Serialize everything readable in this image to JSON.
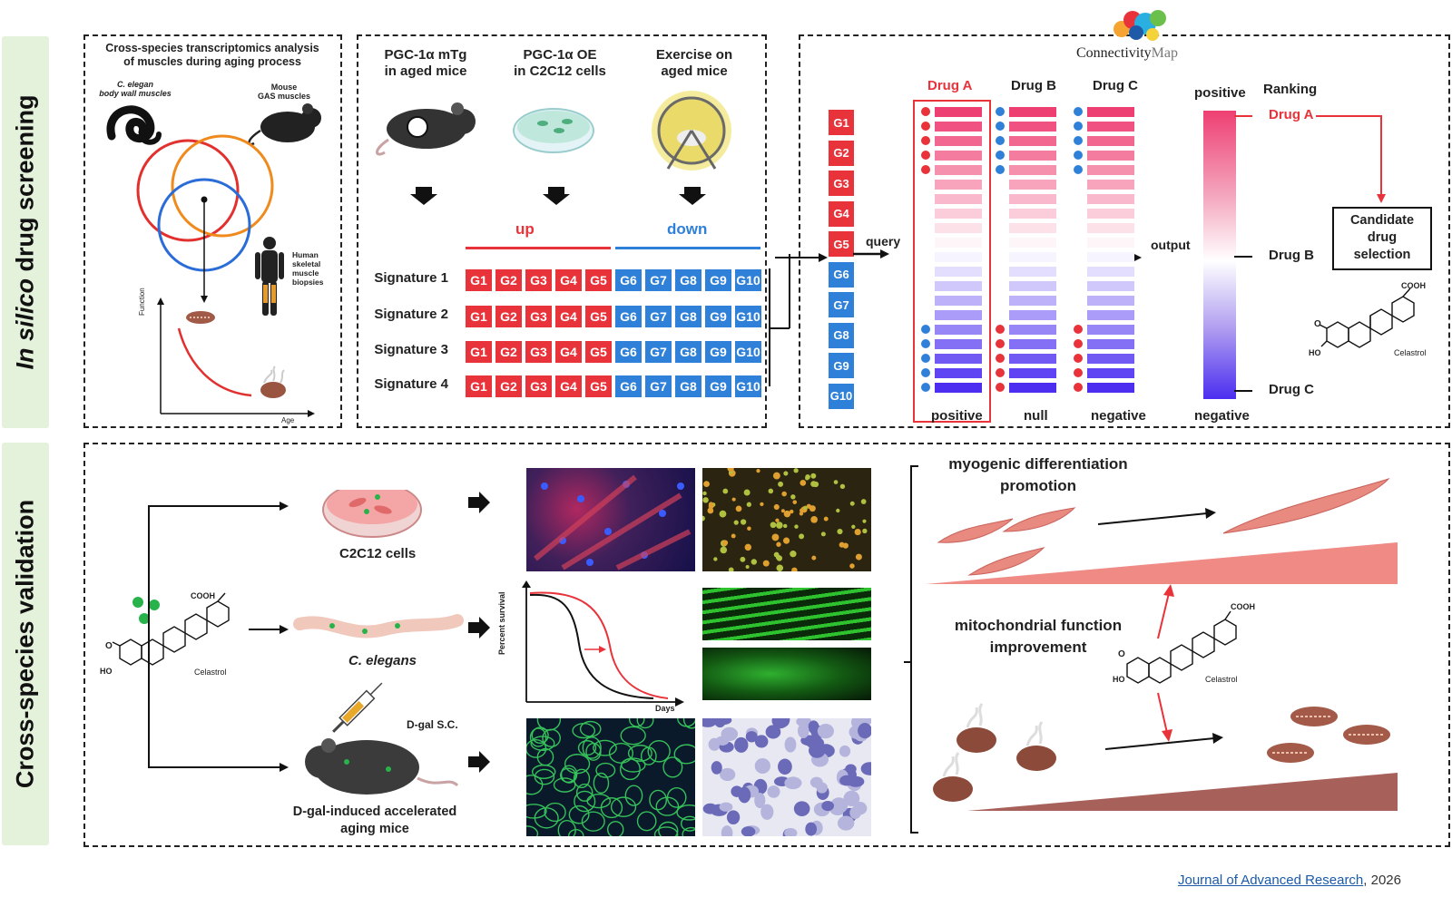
{
  "side_labels": {
    "top_italic": "In silico",
    "top_rest": " drug screening",
    "bottom": "Cross-species validation"
  },
  "panel1": {
    "title": "Cross-species transcriptomics analysis\nof muscles during aging process",
    "c_elegan": "C. elegan\nbody wall muscles",
    "mouse": "Mouse\nGAS muscles",
    "human": "Human\nskeletal\nmuscle\nbiopsies",
    "y_axis": "Function",
    "x_axis": "Age"
  },
  "panel2": {
    "headers": [
      "PGC-1α mTg\nin aged mice",
      "PGC-1α OE\nin C2C12 cells",
      "Exercise on\naged mice"
    ],
    "up": "up",
    "down": "down",
    "signatures": [
      "Signature 1",
      "Signature 2",
      "Signature 3",
      "Signature 4"
    ],
    "genes": [
      "G1",
      "G2",
      "G3",
      "G4",
      "G5",
      "G6",
      "G7",
      "G8",
      "G9",
      "G10"
    ]
  },
  "panel3": {
    "logo_text": "Connectivity",
    "logo_text2": "Map",
    "query": "query",
    "output": "output",
    "drugs": [
      "Drug A",
      "Drug B",
      "Drug C"
    ],
    "drug_bottoms": [
      "positive",
      "null",
      "negative"
    ],
    "grad_top": "positive",
    "grad_bottom": "negative",
    "ranking": "Ranking",
    "rank_items": [
      "Drug A",
      "Drug B",
      "Drug C"
    ],
    "candidate": "Candidate\ndrug\nselection",
    "celastrol": "Celastrol",
    "cooh": "COOH",
    "ho": "HO",
    "o": "O"
  },
  "validation": {
    "c2c12": "C2C12 cells",
    "celegans": "C. elegans",
    "dgal_sc": "D-gal S.C.",
    "mice": "D-gal-induced accelerated\naging mice",
    "celastrol": "Celastrol",
    "cooh": "COOH",
    "ho": "HO",
    "o": "O",
    "survival_y": "Percent survival",
    "survival_x": "Days",
    "myo": "myogenic differentiation\npromotion",
    "mito": "mitochondrial function\nimprovement"
  },
  "citation": {
    "journal": "Journal of Advanced Research",
    "year": ", 2026"
  },
  "colors": {
    "red": "#e8333a",
    "blue": "#2f80d8",
    "side_bg": "#e4f2dc"
  }
}
